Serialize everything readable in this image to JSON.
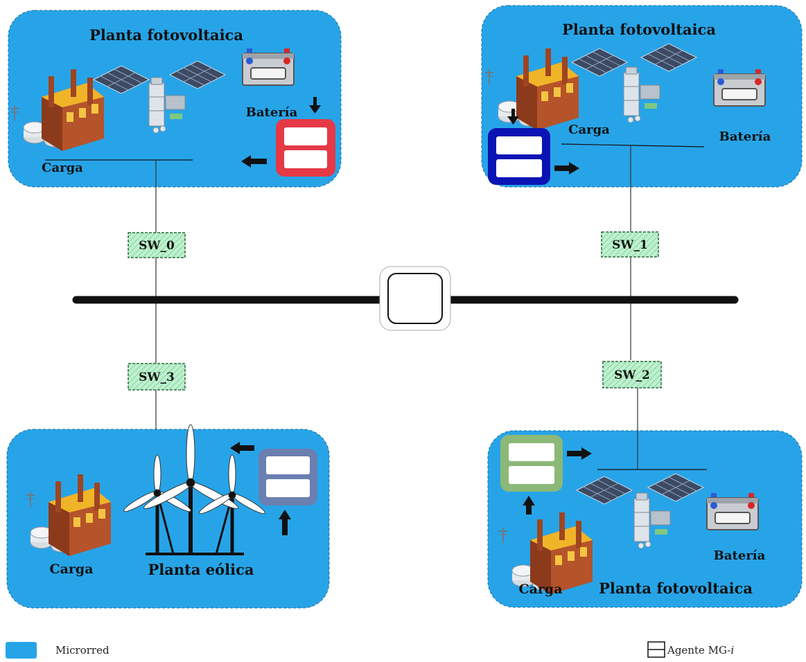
{
  "microgrids": {
    "mg0": {
      "title": "Planta fotovoltaica",
      "battery_label": "Batería",
      "load_label": "Carga",
      "agent_color": "#e63946"
    },
    "mg1": {
      "title": "Planta fotovoltaica",
      "battery_label": "Batería",
      "load_label": "Carga",
      "agent_color": "#0a14b4"
    },
    "mg2": {
      "title": "Planta fotovoltaica",
      "battery_label": "Batería",
      "load_label": "Carga",
      "agent_color": "#8cb878"
    },
    "mg3": {
      "title": "Planta eólica",
      "load_label": "Carga",
      "agent_color": "#6b7fb0"
    }
  },
  "switches": {
    "sw0": "SW_0",
    "sw1": "SW_1",
    "sw2": "SW_2",
    "sw3": "SW_3"
  },
  "legend": {
    "microgrid": "Microrred",
    "agent_prefix": "Agente MG-",
    "agent_suffix": "i"
  },
  "colors": {
    "microgrid_fill": "#27a4e8",
    "switch_fill": "#bff0cf",
    "bus": "#111111"
  }
}
